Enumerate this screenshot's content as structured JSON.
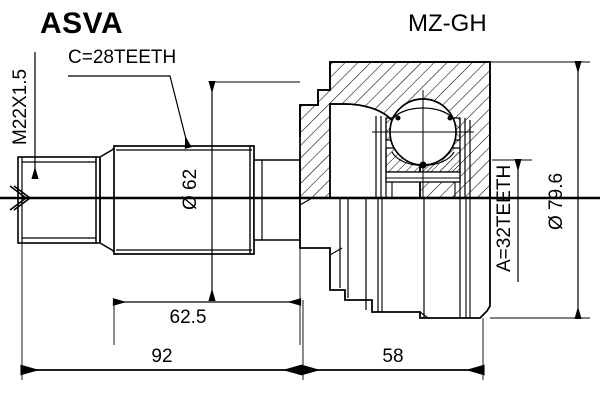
{
  "drawing": {
    "brand": "ASVA",
    "part_number": "MZ-GH",
    "background_color": "#ffffff",
    "line_color": "#000000",
    "annotations": {
      "thread_spec": "M22X1.5",
      "inner_spline": "C=28TEETH",
      "outer_spline": "A=32TEETH",
      "shaft_diameter": "Ø 62",
      "joint_diameter": "Ø 79.6"
    },
    "dimensions": {
      "shaft_length": "62.5",
      "total_shaft_length": "92",
      "joint_length": "58"
    }
  }
}
